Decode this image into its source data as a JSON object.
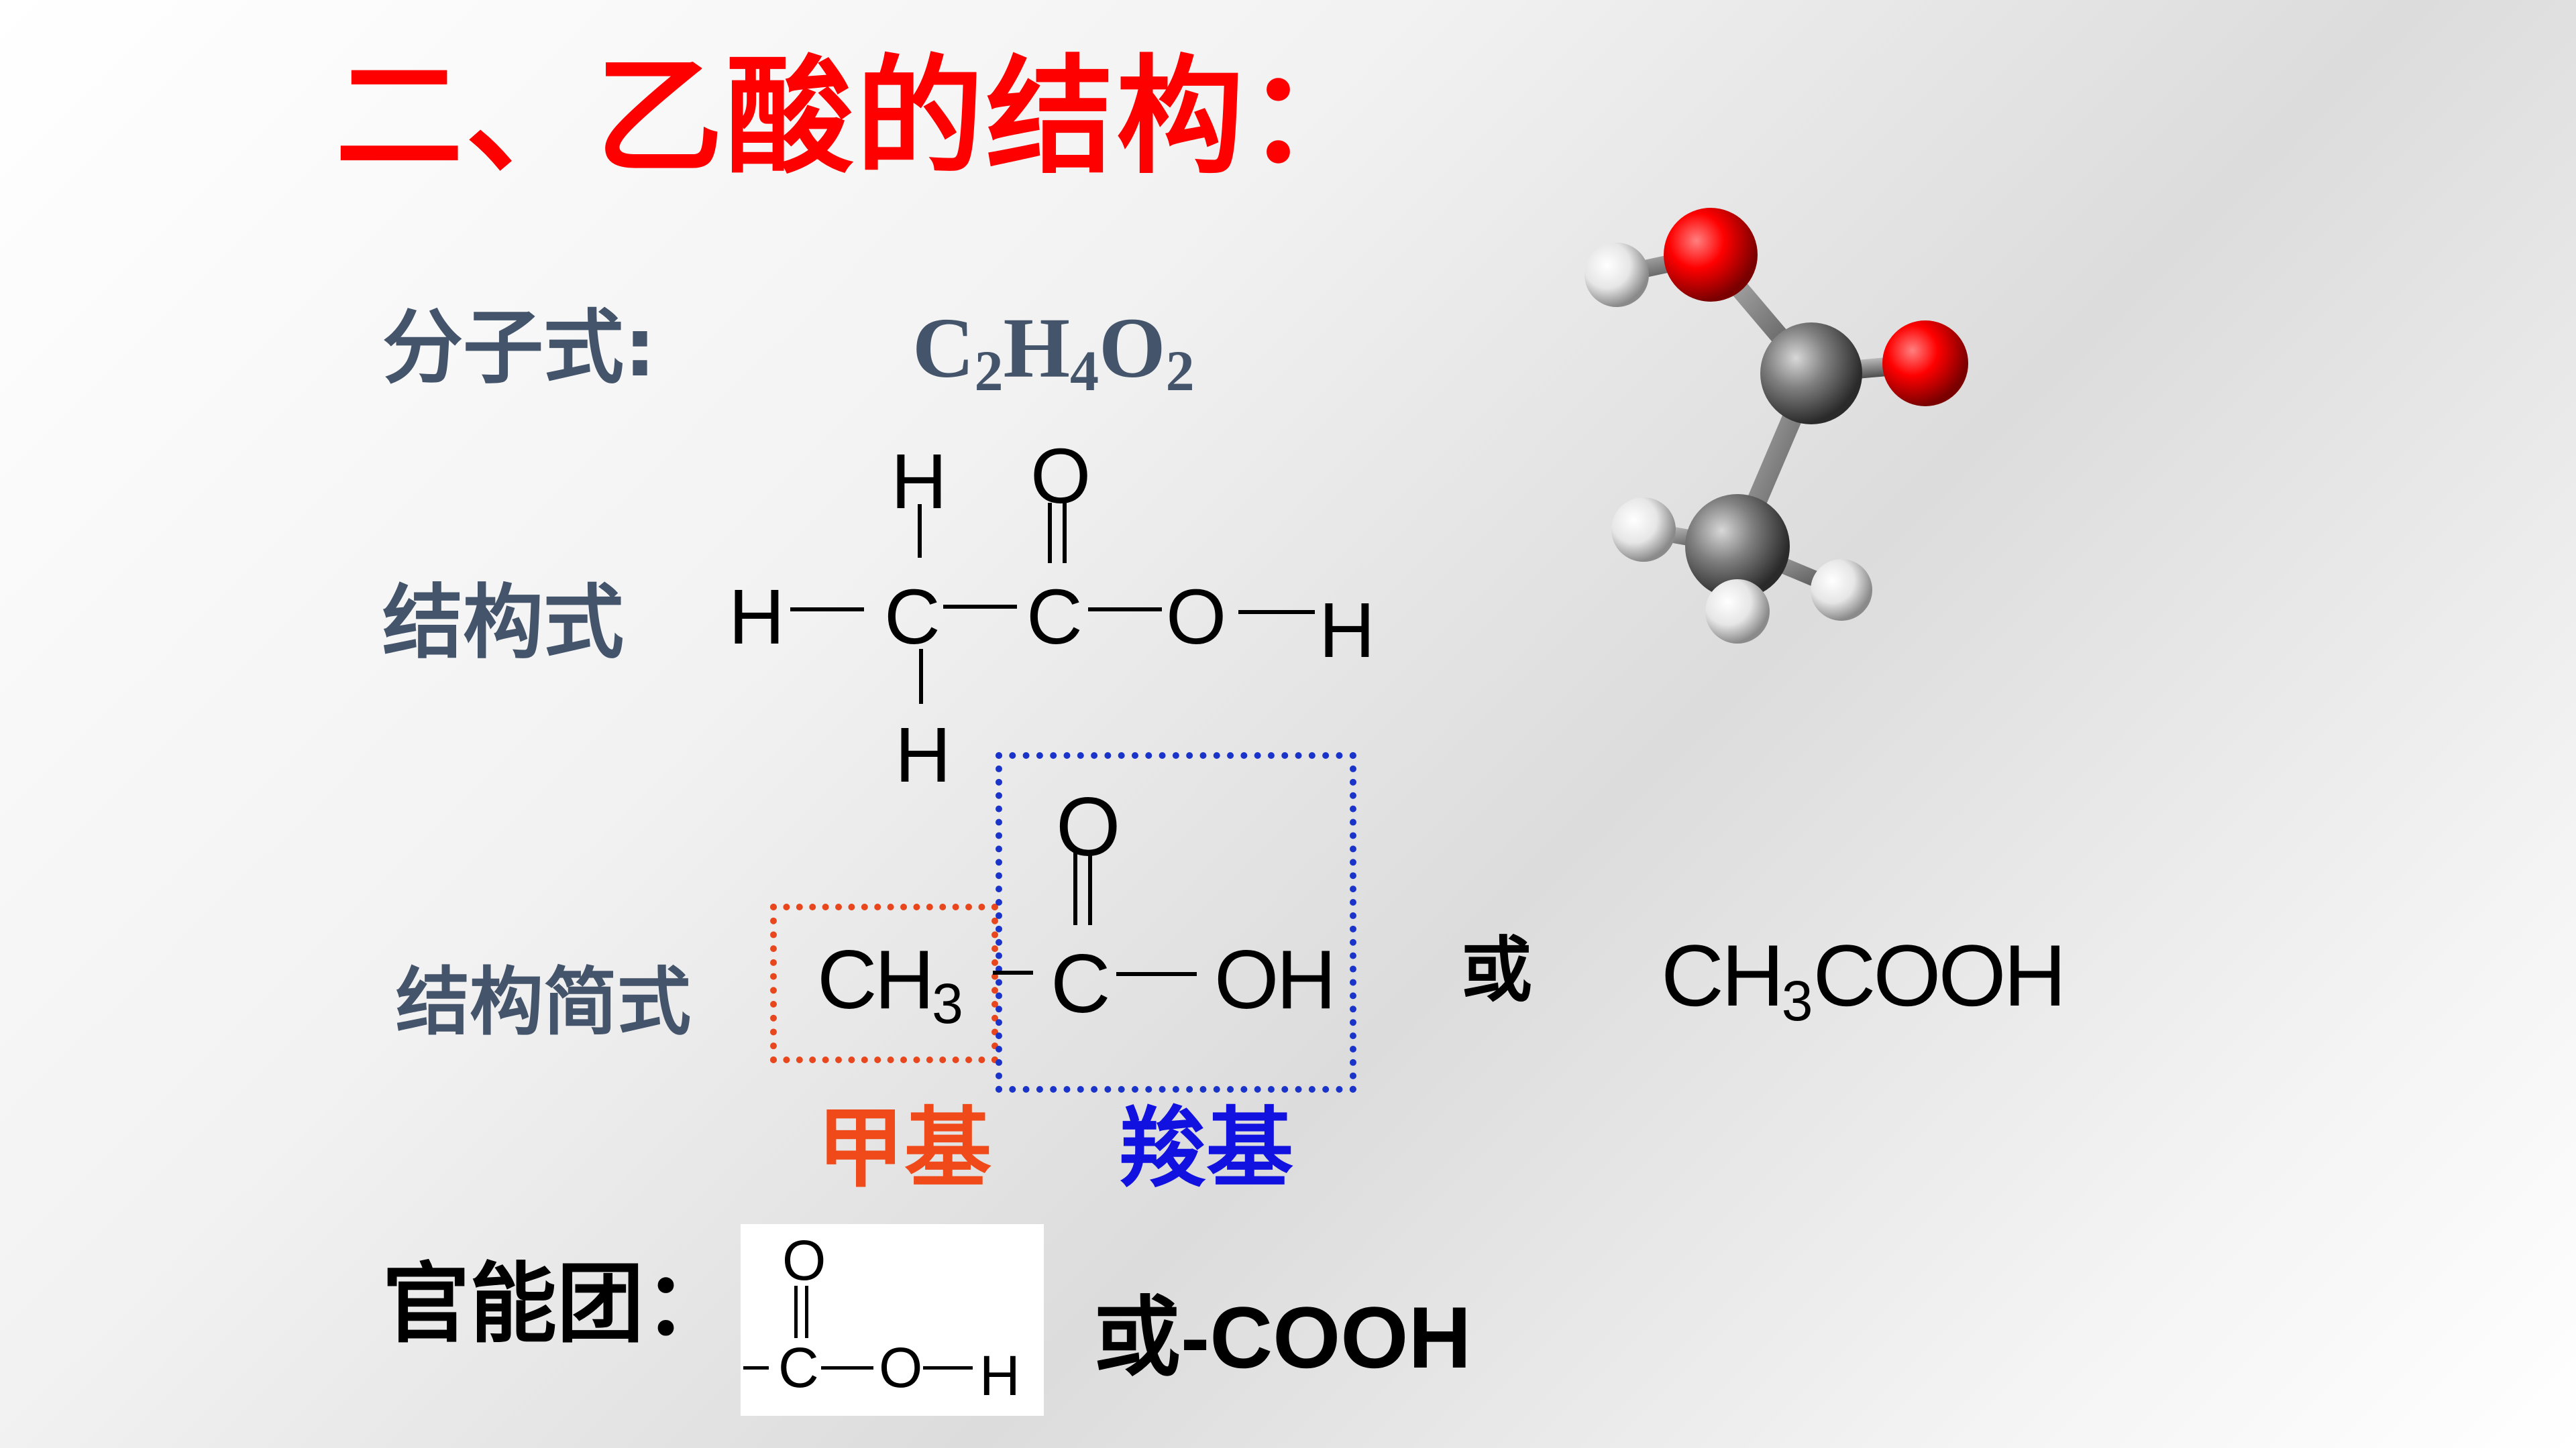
{
  "title": "二、乙酸的结构：",
  "molecular": {
    "label": "分子式:",
    "formula": [
      {
        "t": "C",
        "sub": "2"
      },
      {
        "t": "H",
        "sub": "4"
      },
      {
        "t": "O",
        "sub": "2"
      }
    ]
  },
  "structural": {
    "label": "结构式",
    "atoms": {
      "h_top": "H",
      "o_top": "O",
      "h_left": "H",
      "c1": "C",
      "c2": "C",
      "o_right": "O",
      "h_right": "H",
      "h_bottom": "H"
    }
  },
  "simplified": {
    "label": "结构简式",
    "ch3": "CH",
    "ch3_sub": "3",
    "c": "C",
    "o_top": "O",
    "oh": "OH",
    "methyl_label": "甲基",
    "carboxyl_label": "羧基",
    "or_text": "或",
    "condensed": {
      "a": "CH",
      "sub": "3",
      "b": "COOH"
    }
  },
  "functional_group": {
    "label": "官能团：",
    "atoms": {
      "o": "O",
      "c": "C",
      "o2": "O",
      "h": "H"
    },
    "or_text": "或-COOH"
  },
  "colors": {
    "title": "#ff0000",
    "label": "#44546a",
    "methyl": "#f04a1a",
    "carboxyl": "#1212e0",
    "oxygen_ball": "#ff0000",
    "carbon_ball": "#777777",
    "hydrogen_ball": "#eeeeee"
  }
}
